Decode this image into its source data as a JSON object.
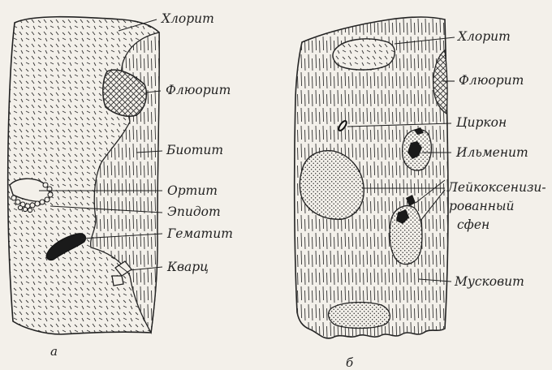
{
  "panel_a": {
    "label": "а",
    "minerals": {
      "chlorite": "Хлорит",
      "fluorite": "Флюорит",
      "biotite": "Биотит",
      "orthite": "Ортит",
      "epidote": "Эпидот",
      "hematite": "Гематит",
      "quartz": "Кварц"
    }
  },
  "panel_b": {
    "label": "б",
    "minerals": {
      "chlorite": "Хлорит",
      "fluorite": "Флюорит",
      "zircon": "Циркон",
      "ilmenite": "Ильменит",
      "leucoxene_line1": "Лейкоксенизи-",
      "leucoxene_line2": "рованный",
      "leucoxene_line3": "сфен",
      "muscovite": "Мусковит"
    }
  },
  "colors": {
    "ink": "#222222",
    "paper": "#f3f0ea"
  }
}
